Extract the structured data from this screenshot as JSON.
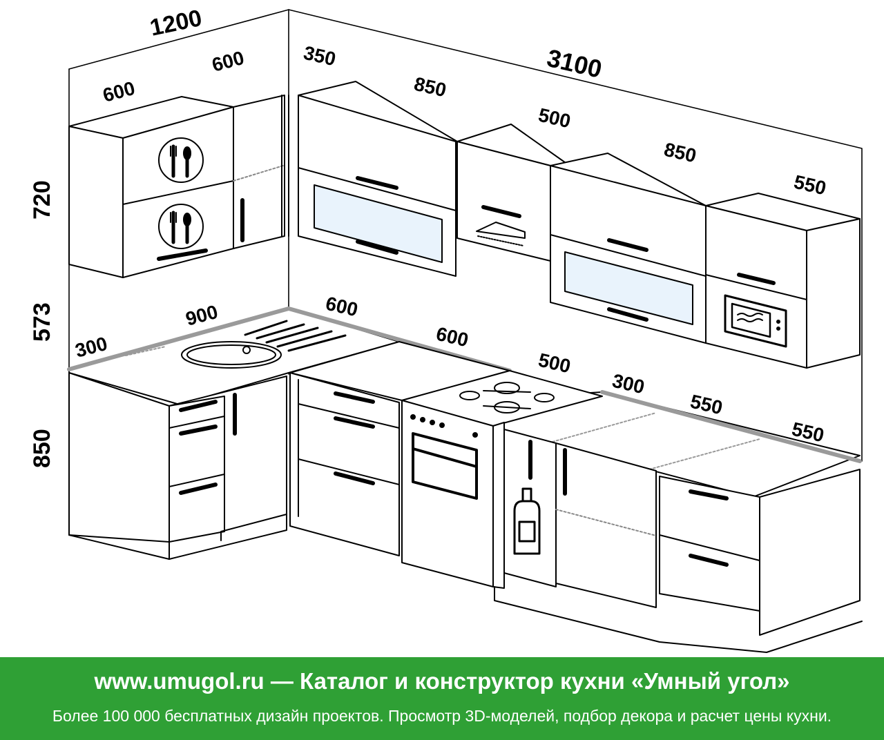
{
  "dimensions": {
    "top_left_total": "1200",
    "top_left_a": "600",
    "top_left_b": "600",
    "upper_corner": "350",
    "upper_glass": "850",
    "top_right_total": "3100",
    "upper_hood": "500",
    "upper_glass_right": "850",
    "upper_micro": "550",
    "height_upper": "720",
    "height_gap": "573",
    "height_base": "850",
    "counter_300": "300",
    "counter_900": "900",
    "counter_600a": "600",
    "counter_600b": "600",
    "counter_500": "500",
    "counter_300b": "300",
    "counter_550a": "550",
    "counter_550b": "550"
  },
  "icons": [
    "plate-icon",
    "plate-icon",
    "hood-icon",
    "microwave-icon",
    "sink-icon",
    "hob-icon",
    "oven-icon",
    "bottle-icon"
  ],
  "colors": {
    "footer_bg": "#2fa035",
    "footer_text": "#ffffff",
    "glass": "#e9f3fc",
    "counter_edge": "#9a9a9a"
  },
  "footer": {
    "title": "www.umugol.ru — Каталог и конструктор кухни «Умный угол»",
    "subtitle": "Более 100 000 бесплатных дизайн проектов. Просмотр 3D-моделей, подбор декора и расчет цены кухни."
  }
}
